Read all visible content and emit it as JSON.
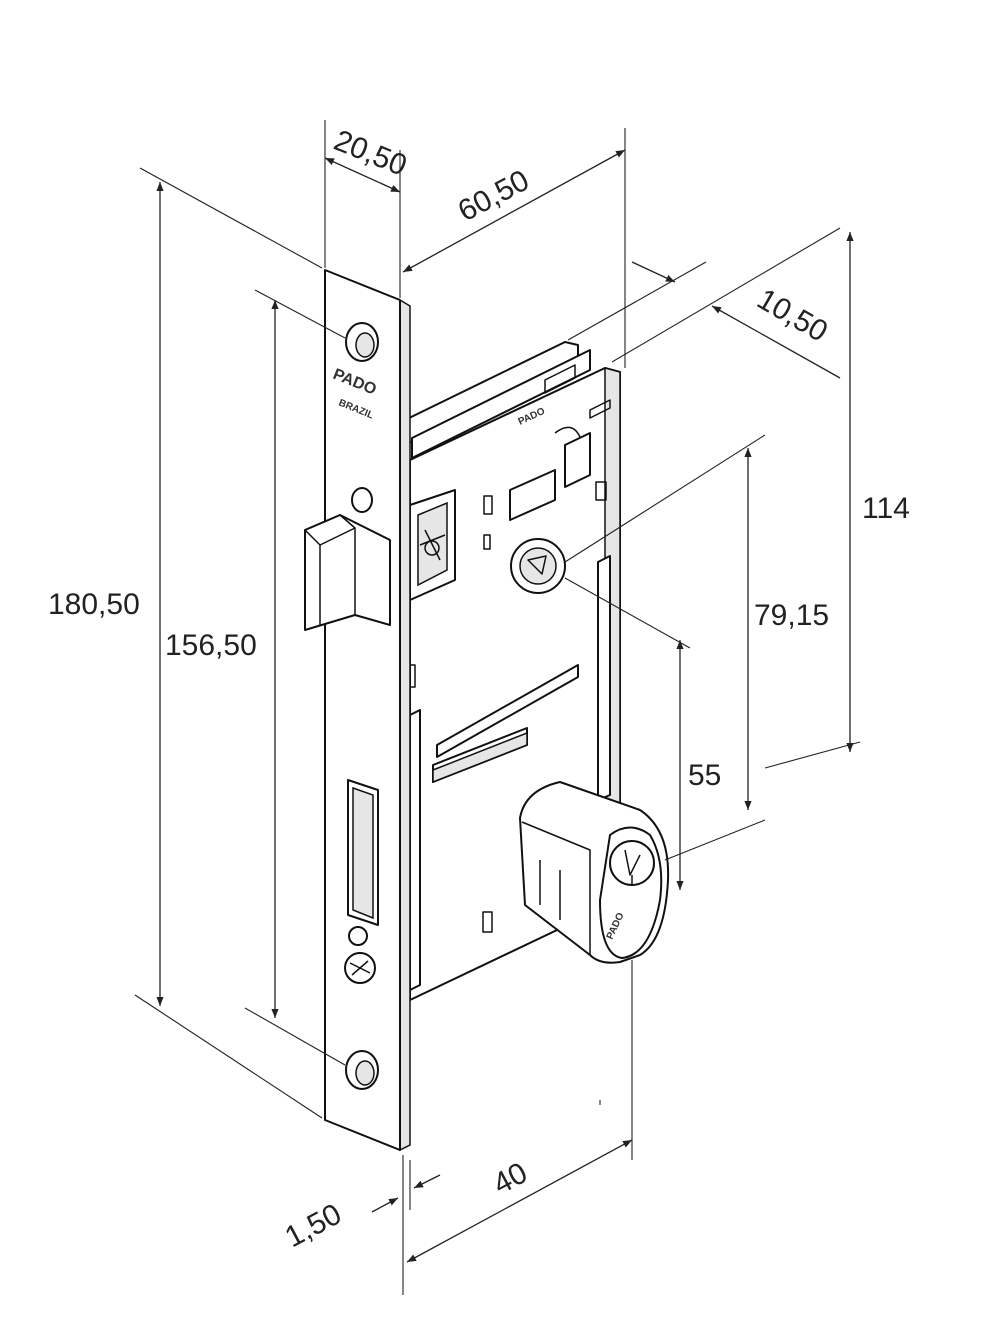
{
  "dimensions": {
    "faceplate_width": "20,50",
    "case_depth": "60,50",
    "offset": "10,50",
    "case_height": "114",
    "latch_to_cylinder": "79,15",
    "cylinder_center": "55",
    "backset": "40",
    "plate_thickness": "1,50",
    "faceplate_height": "180,50",
    "screw_spacing": "156,50"
  },
  "brand": {
    "faceplate_logo": "PADO",
    "faceplate_origin": "BRAZIL",
    "cylinder_logo": "PADO",
    "case_logo": "PADO"
  }
}
